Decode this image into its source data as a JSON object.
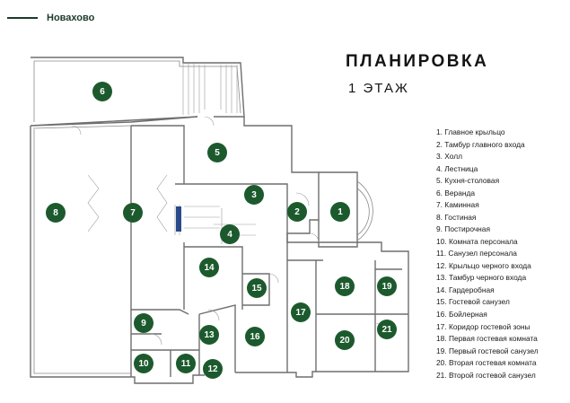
{
  "header": {
    "location": "Новахово"
  },
  "plan": {
    "title": "ПЛАНИРОВКА",
    "floor": "1 ЭТАЖ",
    "brand_color": "#1c5a2e"
  },
  "rooms": [
    {
      "num": "1",
      "label": "1. Главное крыльцо"
    },
    {
      "num": "2",
      "label": "2. Тамбур главного входа"
    },
    {
      "num": "3",
      "label": "3. Холл"
    },
    {
      "num": "4",
      "label": "4. Лестница"
    },
    {
      "num": "5",
      "label": "5. Кухня-столовая"
    },
    {
      "num": "6",
      "label": "6. Веранда"
    },
    {
      "num": "7",
      "label": "7. Каминная"
    },
    {
      "num": "8",
      "label": "8. Гостиная"
    },
    {
      "num": "9",
      "label": "9. Постирочная"
    },
    {
      "num": "10",
      "label": "10. Комната персонала"
    },
    {
      "num": "11",
      "label": "11. Санузел персонала"
    },
    {
      "num": "12",
      "label": "12. Крыльцо черного входа"
    },
    {
      "num": "13",
      "label": "13. Тамбур черного входа"
    },
    {
      "num": "14",
      "label": "14. Гардеробная"
    },
    {
      "num": "15",
      "label": "15. Гостевой санузел"
    },
    {
      "num": "16",
      "label": "16. Бойлерная"
    },
    {
      "num": "17",
      "label": "17. Коридор гостевой зоны"
    },
    {
      "num": "18",
      "label": "18. Первая гостевая комната"
    },
    {
      "num": "19",
      "label": "19. Первый гостевой санузел"
    },
    {
      "num": "20",
      "label": "20. Вторая гостевая комната"
    },
    {
      "num": "21",
      "label": "21. Второй гостевой санузел"
    }
  ]
}
